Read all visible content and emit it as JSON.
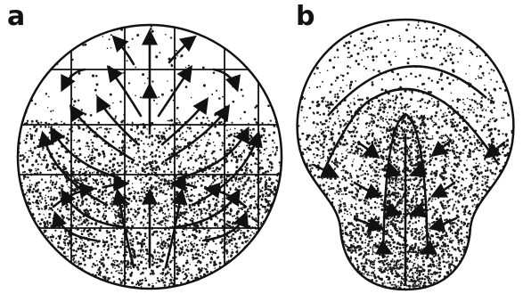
{
  "panels": [
    {
      "id": "a",
      "label": "a"
    },
    {
      "id": "b",
      "label": "b"
    }
  ],
  "colors": {
    "ink": "#111111",
    "paper": "#ffffff",
    "stipple": "#1a1a1a"
  }
}
